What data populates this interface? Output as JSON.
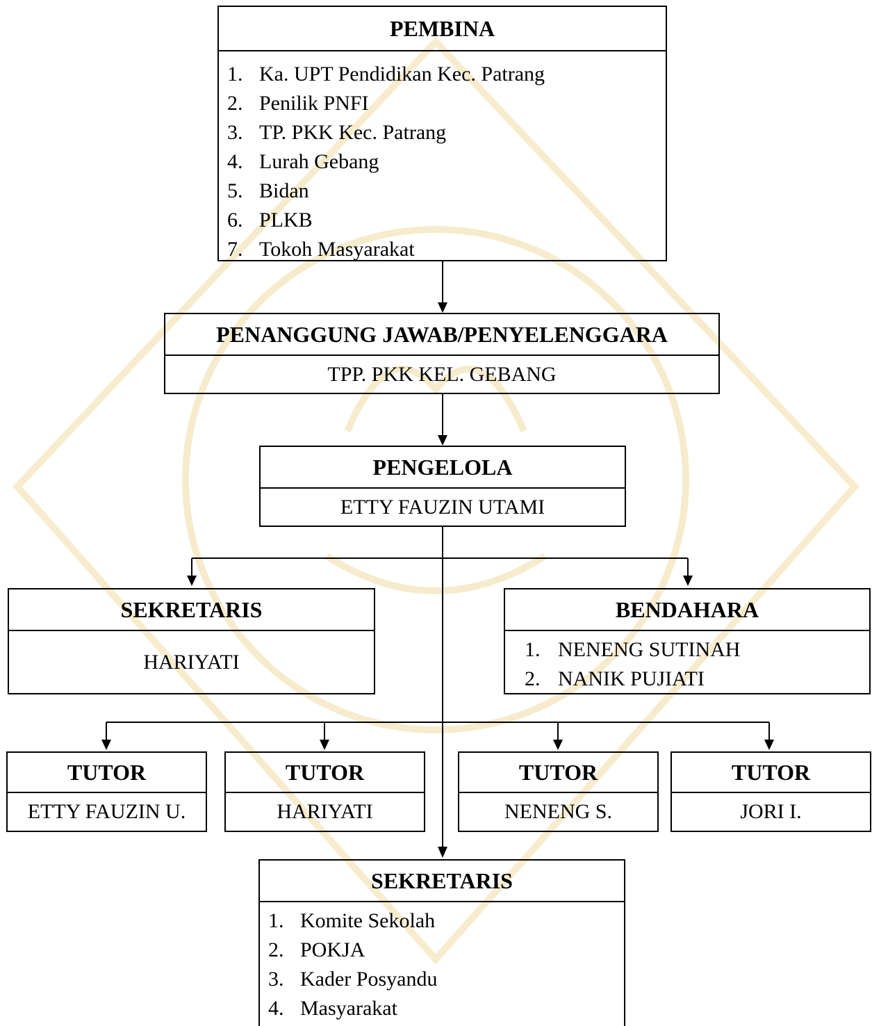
{
  "colors": {
    "line": "#000000",
    "watermark": "#f3e4b8"
  },
  "pembina": {
    "title": "PEMBINA",
    "items": [
      {
        "num": "1.",
        "text": "Ka. UPT Pendidikan Kec. Patrang"
      },
      {
        "num": "2.",
        "text": "Penilik PNFI"
      },
      {
        "num": "3.",
        "text": "TP. PKK Kec. Patrang"
      },
      {
        "num": "4.",
        "text": "Lurah Gebang"
      },
      {
        "num": "5.",
        "text": "Bidan"
      },
      {
        "num": "6.",
        "text": "PLKB"
      },
      {
        "num": "7.",
        "text": "Tokoh Masyarakat"
      }
    ]
  },
  "penanggung": {
    "title": "PENANGGUNG JAWAB/PENYELENGGARA",
    "name": "TPP. PKK KEL. GEBANG"
  },
  "pengelola": {
    "title": "PENGELOLA",
    "name": "ETTY FAUZIN UTAMI"
  },
  "sekretaris": {
    "title": "SEKRETARIS",
    "name": "HARIYATI"
  },
  "bendahara": {
    "title": "BENDAHARA",
    "items": [
      {
        "num": "1.",
        "text": "NENENG SUTINAH"
      },
      {
        "num": "2.",
        "text": "NANIK PUJIATI"
      }
    ]
  },
  "tutors": [
    {
      "title": "TUTOR",
      "name": "ETTY FAUZIN U."
    },
    {
      "title": "TUTOR",
      "name": "HARIYATI"
    },
    {
      "title": "TUTOR",
      "name": "NENENG S."
    },
    {
      "title": "TUTOR",
      "name": "JORI I."
    }
  ],
  "sekretaris_bottom": {
    "title": "SEKRETARIS",
    "items": [
      {
        "num": "1.",
        "text": "Komite Sekolah"
      },
      {
        "num": "2.",
        "text": "POKJA"
      },
      {
        "num": "3.",
        "text": "Kader Posyandu"
      },
      {
        "num": "4.",
        "text": "Masyarakat"
      }
    ]
  }
}
